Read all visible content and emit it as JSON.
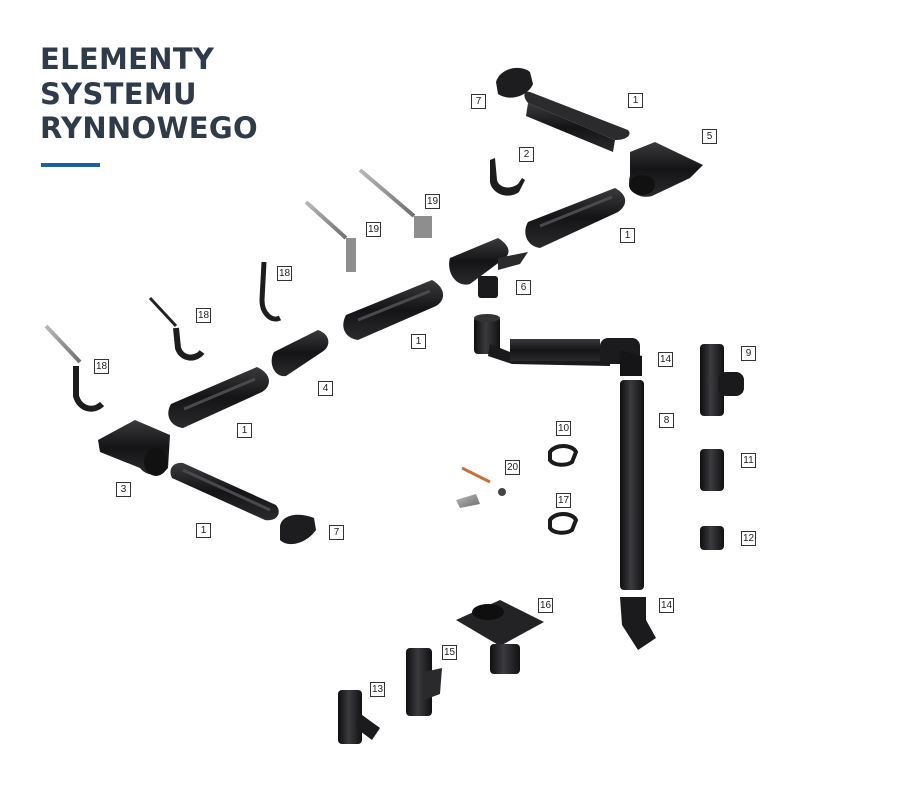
{
  "title": {
    "line1": "ELEMENTY",
    "line2": "SYSTEMU",
    "line3": "RYNNOWEGO"
  },
  "colors": {
    "title": "#2f3b49",
    "accent_rule": "#1f5f9e",
    "part_fill": "#1b1b1d",
    "bracket_metal": "#8e8e8e"
  },
  "labels": {
    "gutter_top": "1",
    "gutter_upper_right": "1",
    "gutter_mid": "1",
    "gutter_left": "1",
    "gutter_bottom": "1",
    "end_cap_top": "7",
    "end_cap_bottom": "7",
    "hanger": "2",
    "corner_outer": "5",
    "corner_inner": "3",
    "connector": "4",
    "outlet": "6",
    "elbow_top": "14",
    "elbow_bottom": "14",
    "downpipe": "8",
    "tee_branch": "9",
    "clip_upper": "10",
    "clip_lower": "17",
    "coupler": "11",
    "sleeve": "12",
    "tee_small": "13",
    "filter": "15",
    "drain_box": "16",
    "bracket_short_a": "18",
    "bracket_short_b": "18",
    "bracket_long": "18",
    "fascia_bracket_a": "19",
    "fascia_bracket_b": "19",
    "pin": "20"
  }
}
